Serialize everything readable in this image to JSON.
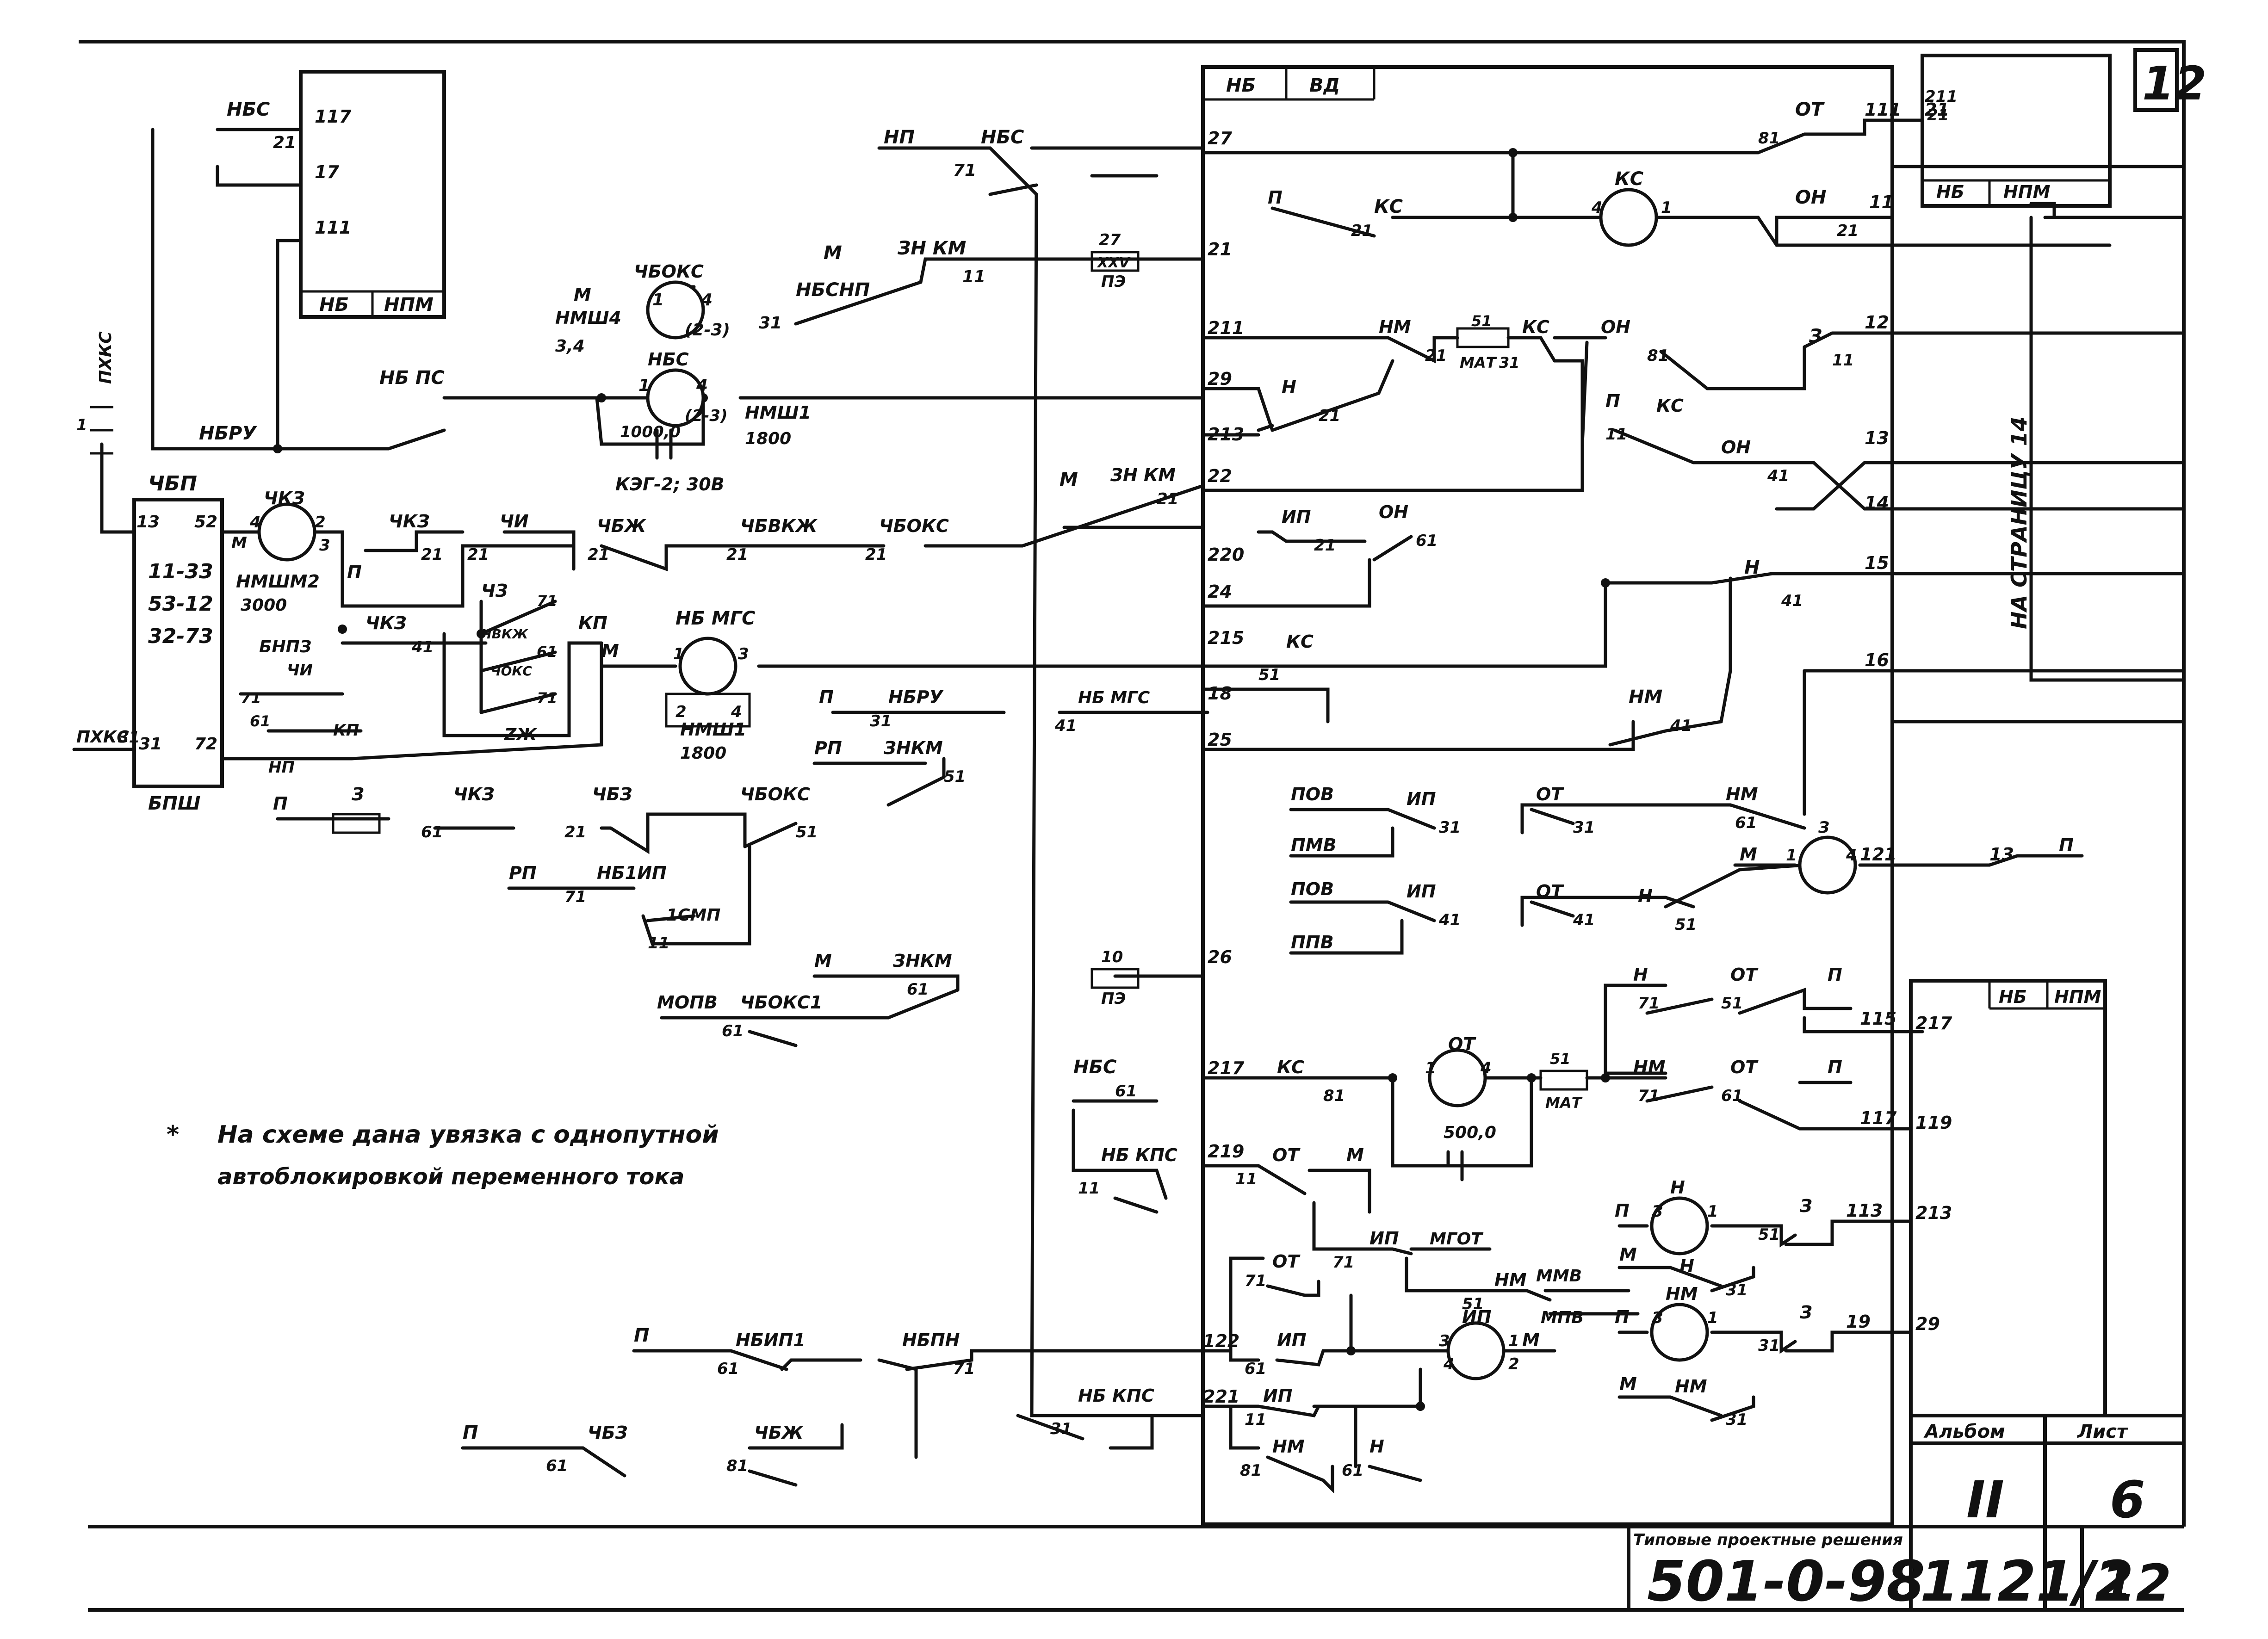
{
  "sheet": {
    "number_box": "12",
    "footnote_star": "*",
    "footnote_line1": "На схеме дана увязка с однопутной",
    "footnote_line2": "автоблокировкой переменного тока",
    "vertical_note": "НА СТРАНИЦУ 14",
    "title_block": {
      "album_label": "Альбом",
      "album_value": "II",
      "sheet_label": "Лист",
      "sheet_value": "6",
      "series_label": "Типовые проектные решения",
      "doc_number": "501-0-98",
      "project_number": "1121/2",
      "page_number": "12"
    }
  },
  "blocks": {
    "top_left": [
      "НБ",
      "НПМ"
    ],
    "center_top": [
      "НБ",
      "ВД"
    ],
    "right_top": [
      "НБ",
      "НПМ"
    ],
    "right_bottom": [
      "НБ",
      "НПМ"
    ],
    "chbp": {
      "title": "ЧБП",
      "footer": "БПШ",
      "lines": [
        "11-33",
        "53-12",
        "32-73"
      ],
      "terminals": [
        "13",
        "52",
        "31",
        "72"
      ]
    }
  },
  "terminals": {
    "top_left": [
      "117",
      "17",
      "111"
    ],
    "center_left": [
      "27",
      "21",
      "211",
      "29",
      "213",
      "22",
      "220",
      "24",
      "215",
      "18",
      "25",
      "26",
      "217",
      "219",
      "122",
      "221"
    ],
    "right_edge": [
      "111",
      "21",
      "11",
      "12",
      "13",
      "14",
      "15",
      "16",
      "121"
    ],
    "right_top_block": [
      "211",
      "21"
    ],
    "right_bottom_block": [
      "217",
      "119",
      "213",
      "29"
    ],
    "right_outputs": [
      "115",
      "117",
      "113",
      "19"
    ]
  },
  "labels": [
    "НБС",
    "21",
    "НБРУ",
    "НБ ПС",
    "ЧБОКС",
    "4",
    "(2-3)",
    "НМШ4",
    "3,4",
    "М",
    "1",
    "НБС",
    "4",
    "1",
    "(2-3)",
    "НМШ1",
    "1800",
    "1000,0",
    "КЭГ-2; 30В",
    "НП",
    "НБС",
    "71",
    "М",
    "ЗН КМ",
    "11",
    "НБСНП",
    "31",
    "27",
    "ХХV",
    "ПЭ",
    "10",
    "ПЭ",
    "ЧКЗ",
    "4",
    "2",
    "3",
    "М",
    "НМШМ2",
    "3000",
    "П",
    "ЧКЗ",
    "21",
    "ЧИ",
    "21",
    "ЧБЖ",
    "21",
    "ЧБВКЖ",
    "21",
    "ЧБОКС",
    "21",
    "М",
    "ЗН КМ",
    "21",
    "ЧКЗ",
    "41",
    "ЧЗ",
    "71",
    "ЧВКЖ",
    "61",
    "ЧОКС",
    "71",
    "ZЖ",
    "КП",
    "БНПЗ",
    "ЧИ",
    "71",
    "61",
    "КП",
    "НП",
    "ПХКС",
    "31",
    "ПХКС",
    "1",
    "НБ МГС",
    "1",
    "3",
    "2",
    "4",
    "НМШ1",
    "1800",
    "М",
    "П",
    "НБРУ",
    "31",
    "НБ МГС",
    "41",
    "РП",
    "ЗНКМ",
    "51",
    "П",
    "З",
    "ЧКЗ",
    "61",
    "ЧБЗ",
    "21",
    "ЧБОКС",
    "51",
    "РП",
    "НБ1ИП",
    "71",
    "1СМП",
    "11",
    "М",
    "ЗНКМ",
    "61",
    "МОПВ",
    "ЧБОКС1",
    "61",
    "КС",
    "4",
    "1",
    "П",
    "КС",
    "21",
    "ОН",
    "21",
    "ОТ",
    "81",
    "НМ",
    "21",
    "51",
    "МАТ",
    "31",
    "КС",
    "ОН",
    "81",
    "Н",
    "21",
    "З",
    "11",
    "П",
    "КС",
    "11",
    "ОН",
    "41",
    "ИП",
    "21",
    "ОН",
    "61",
    "КС",
    "51",
    "Н",
    "41",
    "НМ",
    "41",
    "ПОВ",
    "ИП",
    "31",
    "ОТ",
    "31",
    "НМ",
    "61",
    "ПМВ",
    "ПОВ",
    "ИП",
    "41",
    "ОТ",
    "41",
    "Н",
    "51",
    "ППВ",
    "М",
    "З",
    "1",
    "4",
    "13",
    "П",
    "Н",
    "71",
    "51",
    "ОТ",
    "П",
    "НМ",
    "71",
    "61",
    "ОТ",
    "П",
    "НБС",
    "61",
    "КС",
    "81",
    "ОТ",
    "1",
    "4",
    "51",
    "МАТ",
    "500,0",
    "НБ КПС",
    "11",
    "ОТ",
    "11",
    "М",
    "ИП",
    "71",
    "МГОТ",
    "НМ",
    "51",
    "ММВ",
    "МПВ",
    "ОТ",
    "71",
    "ИП",
    "61",
    "ИП",
    "3",
    "1",
    "4",
    "2",
    "М",
    "П",
    "НБИП1",
    "61",
    "НБПН",
    "71",
    "НБ КПС",
    "31",
    "ИП",
    "11",
    "НМ",
    "81",
    "Н",
    "61",
    "П",
    "ЧБЗ",
    "61",
    "ЧБЖ",
    "81",
    "П",
    "З",
    "Н",
    "1",
    "З",
    "51",
    "М",
    "Н",
    "31",
    "П",
    "З",
    "НМ",
    "1",
    "З",
    "31",
    "М",
    "НМ",
    "31"
  ]
}
